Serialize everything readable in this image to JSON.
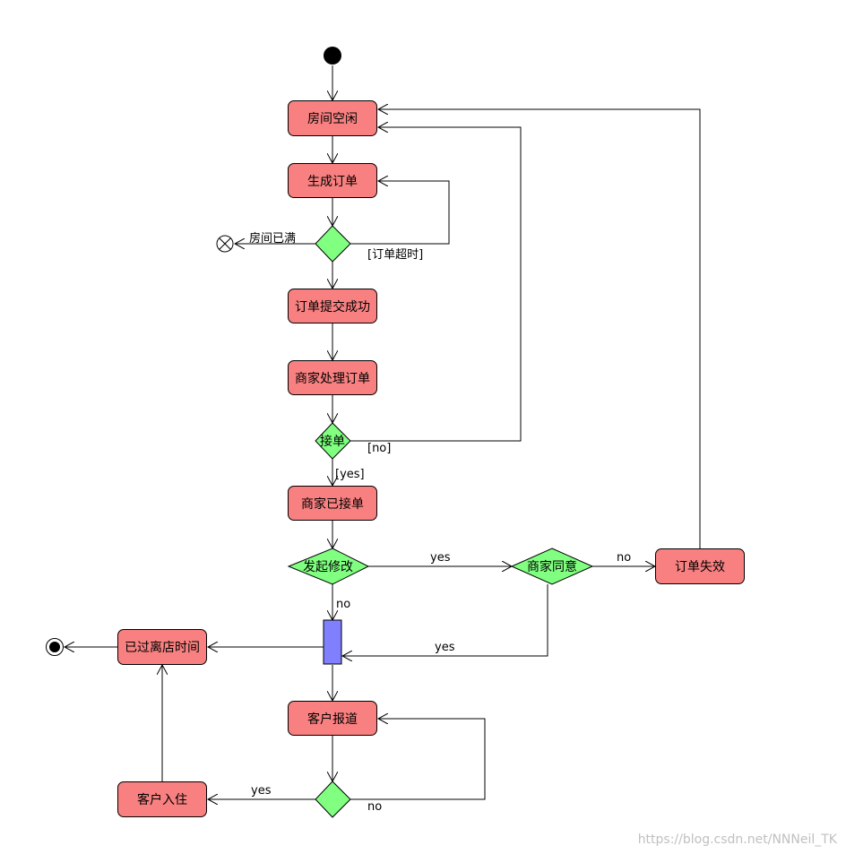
{
  "colors": {
    "activity_fill": "#f88080",
    "decision_fill": "#80ff80",
    "fork_bar_fill": "#8080ff",
    "line": "#000000"
  },
  "activities": {
    "room_idle": "房间空闲",
    "generate_order": "生成订单",
    "order_submitted": "订单提交成功",
    "merchant_processing": "商家处理订单",
    "merchant_accepted": "商家已接单",
    "order_invalid": "订单失效",
    "checkout_time_passed": "已过离店时间",
    "customer_report": "客户报道",
    "customer_checkin": "客户入住"
  },
  "decisions": {
    "accept": "接单",
    "modify_request": "发起修改",
    "merchant_agree": "商家同意"
  },
  "edge_labels": {
    "room_full": "房间已满",
    "order_timeout": "[订单超时]",
    "no_bracket": "[no]",
    "yes_bracket": "[yes]",
    "modify_yes": "yes",
    "agree_no": "no",
    "modify_no": "no",
    "agree_yes": "yes",
    "checkin_yes": "yes",
    "checkin_no": "no"
  },
  "watermark": "https://blog.csdn.net/NNNeil_TK"
}
